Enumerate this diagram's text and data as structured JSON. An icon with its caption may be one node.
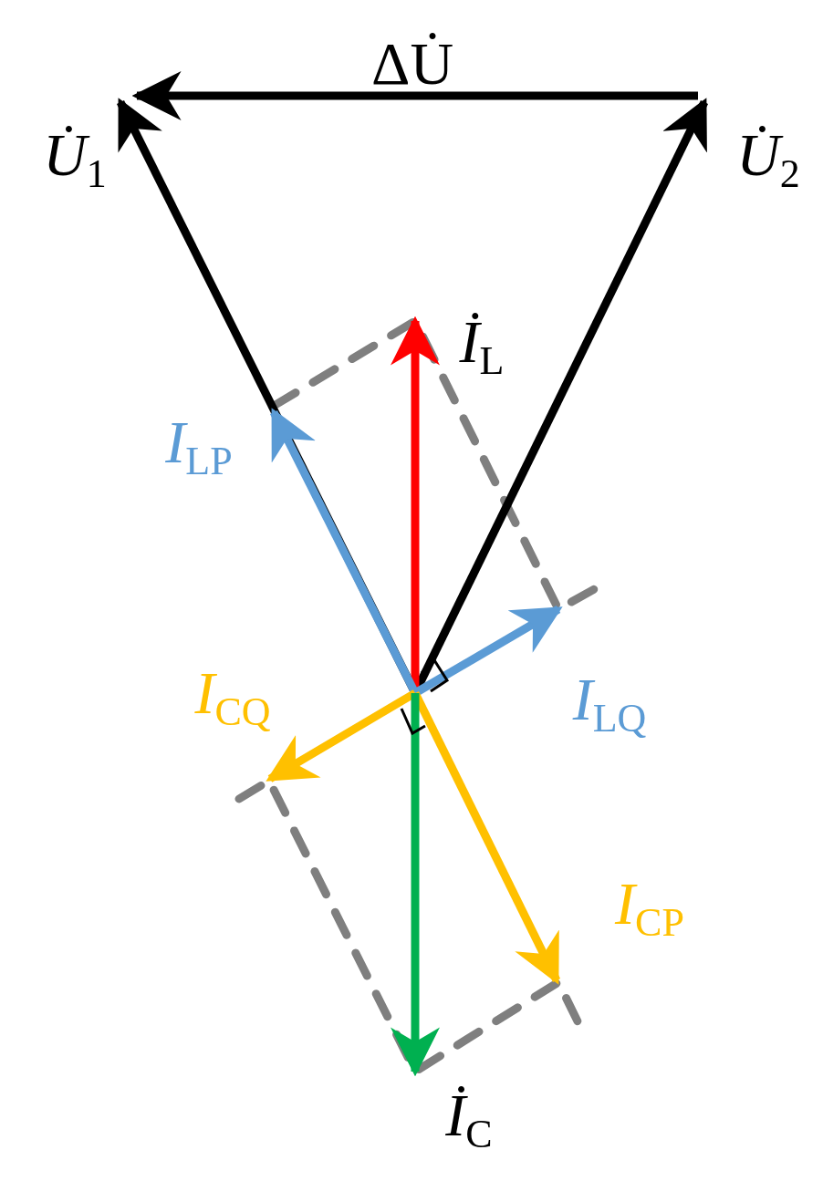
{
  "diagram": {
    "labels": [
      "ΔU̇",
      "*U̇*$_{1}$",
      "*U̇*$_{2}$",
      "*İ*$_{L}$",
      "*I*$_{LP}$",
      "*I*$_{LQ}$",
      "*I*$_{CQ}$",
      "*I*$_{CP}$",
      "*İ*$_{C}$"
    ]
  }
}
